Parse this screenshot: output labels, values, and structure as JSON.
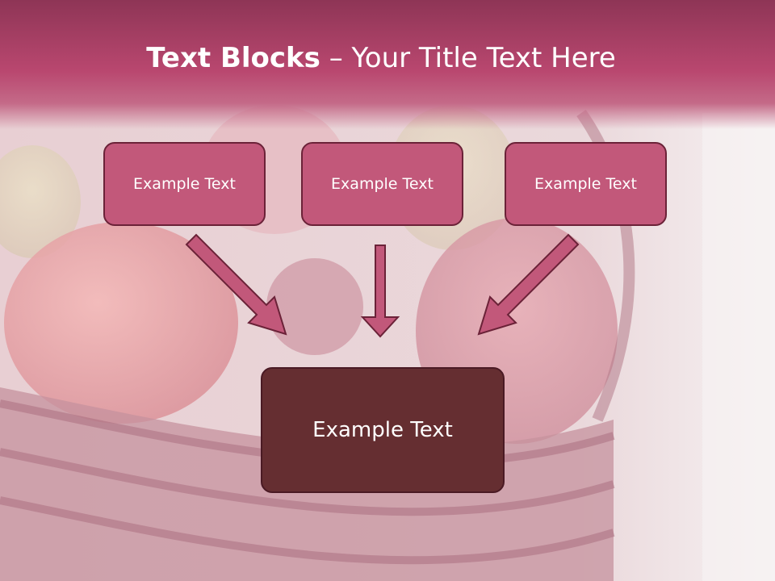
{
  "slide": {
    "title_bold": "Text Blocks",
    "title_dash": " – ",
    "title_rest": "Your Title Text Here"
  },
  "blocks": [
    {
      "label": "Example Text"
    },
    {
      "label": "Example Text"
    },
    {
      "label": "Example Text"
    }
  ],
  "target": {
    "label": "Example Text"
  },
  "colors": {
    "header": "#b9476f",
    "block_fill": "#c2587a",
    "block_border": "#6b2238",
    "target_fill": "#652e31",
    "arrow_fill": "#c2587a"
  }
}
